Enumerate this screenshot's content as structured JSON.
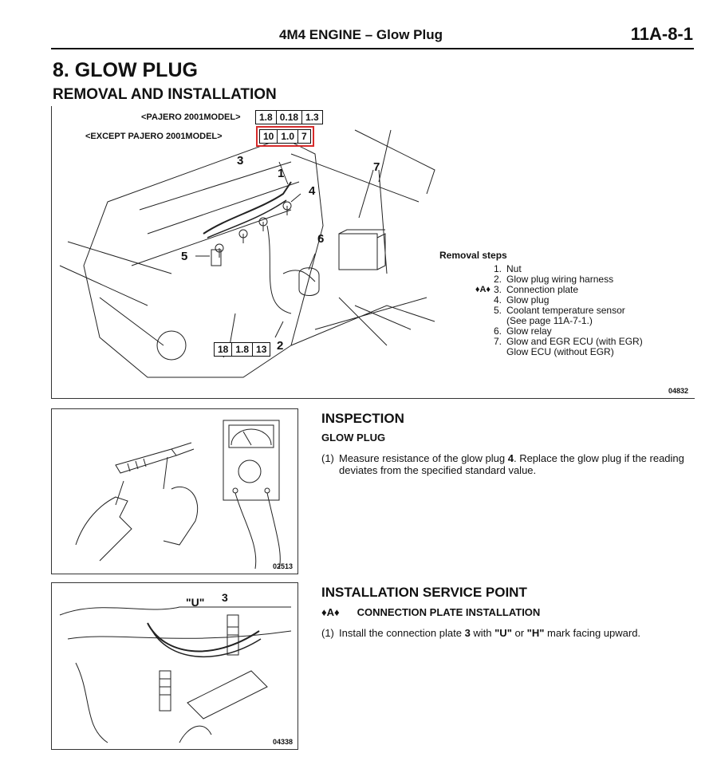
{
  "header": {
    "running_title": "4M4 ENGINE – Glow Plug",
    "page_number": "11A-8-1"
  },
  "section": {
    "title": "8. GLOW PLUG",
    "subtitle": "REMOVAL AND INSTALLATION"
  },
  "main_figure": {
    "torque_pajero": {
      "label": "<PAJERO 2001MODEL>",
      "values": [
        "1.8",
        "0.18",
        "1.3"
      ]
    },
    "torque_except": {
      "label": "<EXCEPT PAJERO 2001MODEL>",
      "values": [
        "10",
        "1.0",
        "7"
      ]
    },
    "torque_lower": {
      "values": [
        "18",
        "1.8",
        "13"
      ]
    },
    "callouts": [
      "1",
      "2",
      "3",
      "4",
      "5",
      "6",
      "7"
    ],
    "figure_code": "04832"
  },
  "removal_steps": {
    "title": "Removal steps",
    "items": [
      {
        "marker": "",
        "num": "1.",
        "text": "Nut"
      },
      {
        "marker": "",
        "num": "2.",
        "text": "Glow plug wiring harness"
      },
      {
        "marker": "♦A♦",
        "num": "3.",
        "text": "Connection plate"
      },
      {
        "marker": "",
        "num": "4.",
        "text": "Glow plug"
      },
      {
        "marker": "",
        "num": "5.",
        "text": "Coolant temperature sensor"
      },
      {
        "marker": "",
        "num": "",
        "text": "(See page 11A-7-1.)"
      },
      {
        "marker": "",
        "num": "6.",
        "text": "Glow relay"
      },
      {
        "marker": "",
        "num": "7.",
        "text": "Glow and EGR ECU (with EGR)"
      },
      {
        "marker": "",
        "num": "",
        "text": "Glow ECU (without EGR)"
      }
    ]
  },
  "inspection": {
    "heading": "INSPECTION",
    "subheading": "GLOW PLUG",
    "para_num": "(1)",
    "para_text_1": "Measure resistance of the glow plug ",
    "para_bold": "4",
    "para_text_2": ". Replace the glow plug if the reading deviates from the specified standard value.",
    "figure_code": "02513"
  },
  "installation": {
    "heading": "INSTALLATION SERVICE POINT",
    "marker": "♦A♦",
    "subheading": "CONNECTION PLATE INSTALLATION",
    "para_num": "(1)",
    "para_text_1": "Install the connection plate ",
    "para_bold_1": "3",
    "para_text_2": " with ",
    "para_bold_2": "\"U\"",
    "para_text_3": " or ",
    "para_bold_3": "\"H\"",
    "para_text_4": " mark facing upward.",
    "fig_label_u": "\"U\"",
    "fig_label_3": "3",
    "figure_code": "04338"
  }
}
